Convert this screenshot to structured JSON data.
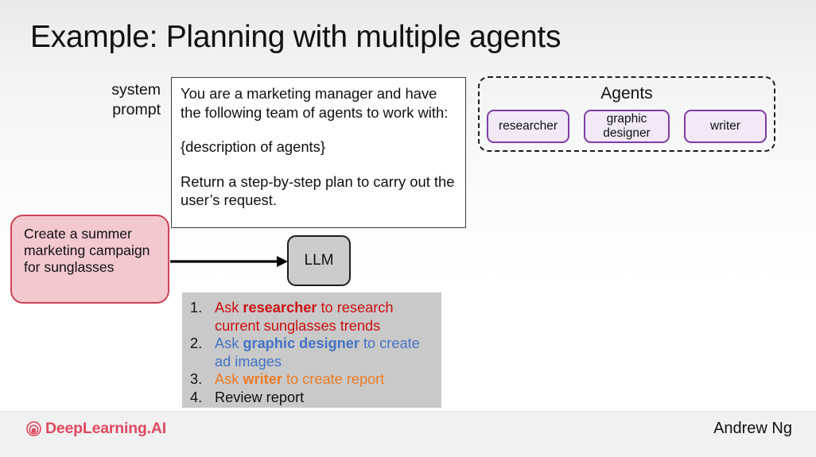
{
  "slide": {
    "title": "Example: Planning with multiple agents",
    "background_top": "#e9eaec",
    "background_bottom": "#ffffff"
  },
  "system_prompt": {
    "label": "system\nprompt",
    "label_line1": "system",
    "label_line2": "prompt",
    "paragraphs": [
      "You are a marketing manager and have the following team of agents to work with:",
      "{description of agents}",
      "Return a step-by-step plan to carry out the user’s request."
    ],
    "border_color": "#3c3c3c",
    "fill_color": "#ffffff"
  },
  "agents_panel": {
    "title": "Agents",
    "border_style": "dashed",
    "border_color": "#1d1d1d",
    "chip_fill": "#f2e8f8",
    "chip_border": "#7d3ea3",
    "chips": [
      {
        "label": "researcher"
      },
      {
        "label": "graphic\ndesigner",
        "line1": "graphic",
        "line2": "designer"
      },
      {
        "label": "writer"
      }
    ]
  },
  "user_request": {
    "text": "Create a summer marketing campaign for sunglasses",
    "fill_color": "#f3c8ce",
    "border_color": "#cc4457"
  },
  "llm": {
    "label": "LLM",
    "fill_color": "#cccccc",
    "border_color": "#1d1d1d"
  },
  "arrow": {
    "name": "flow-arrow",
    "color": "#000000"
  },
  "plan_output": {
    "fill_color": "#c9c9c9",
    "items": [
      {
        "number": "1.",
        "color": "#cc1111",
        "prefix": "Ask ",
        "bold": "researcher",
        "suffix": " to research current sunglasses trends",
        "full_text": "Ask researcher to research current sunglasses trends"
      },
      {
        "number": "2.",
        "color": "#4573c4",
        "prefix": "Ask ",
        "bold": "graphic designer",
        "suffix": " to create ad images",
        "full_text": "Ask graphic designer to create ad images"
      },
      {
        "number": "3.",
        "color": "#ec7c28",
        "prefix": "Ask ",
        "bold": "writer",
        "suffix": " to create report",
        "full_text": "Ask writer to create report"
      },
      {
        "number": "4.",
        "color": "#111111",
        "prefix": "Review report",
        "bold": "",
        "suffix": "",
        "full_text": "Review report"
      }
    ]
  },
  "footer": {
    "brand": "DeepLearning.AI",
    "brand_color": "#e04a5f",
    "author": "Andrew Ng",
    "background": "#f1f1f1"
  }
}
